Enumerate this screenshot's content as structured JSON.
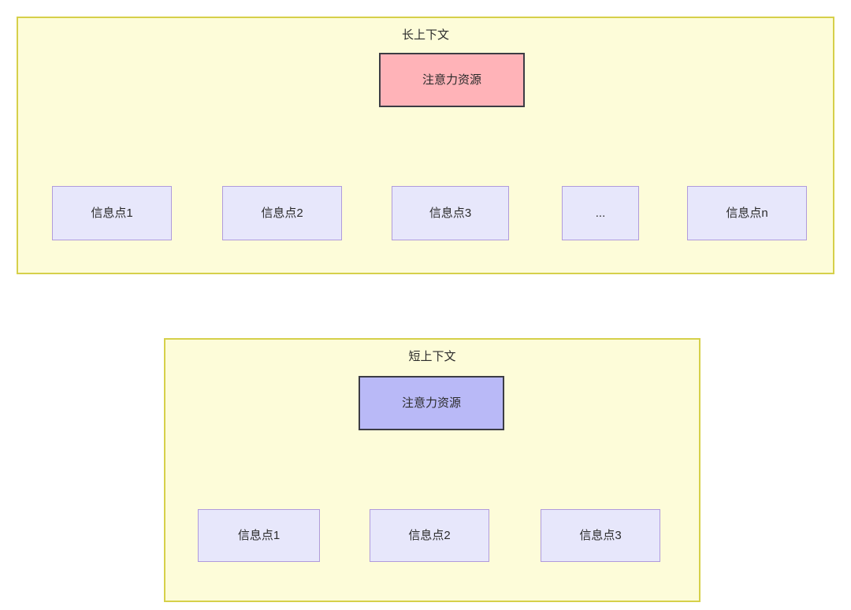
{
  "diagram": {
    "type": "node-edge-diagram",
    "background": "#ffffff",
    "colors": {
      "group_fill": "#fdfcd9",
      "group_border": "#d6d04a",
      "root_long_fill": "#ffb3b8",
      "root_short_fill": "#b9b9f7",
      "root_border": "#3c3c44",
      "leaf_fill": "#e7e7fb",
      "leaf_border": "#b09bdc",
      "edge_stroke": "#333333",
      "text": "#2b2b2b"
    },
    "groups": [
      {
        "id": "long-context",
        "title": "长上下文",
        "root": {
          "id": "root-long",
          "label": "注意力资源"
        },
        "leaves": [
          {
            "id": "l1",
            "label": "信息点1"
          },
          {
            "id": "l2",
            "label": "信息点2"
          },
          {
            "id": "l3",
            "label": "信息点3"
          },
          {
            "id": "l4",
            "label": "..."
          },
          {
            "id": "l5",
            "label": "信息点n"
          }
        ]
      },
      {
        "id": "short-context",
        "title": "短上下文",
        "root": {
          "id": "root-short",
          "label": "注意力资源"
        },
        "leaves": [
          {
            "id": "s1",
            "label": "信息点1"
          },
          {
            "id": "s2",
            "label": "信息点2"
          },
          {
            "id": "s3",
            "label": "信息点3"
          }
        ]
      }
    ]
  }
}
